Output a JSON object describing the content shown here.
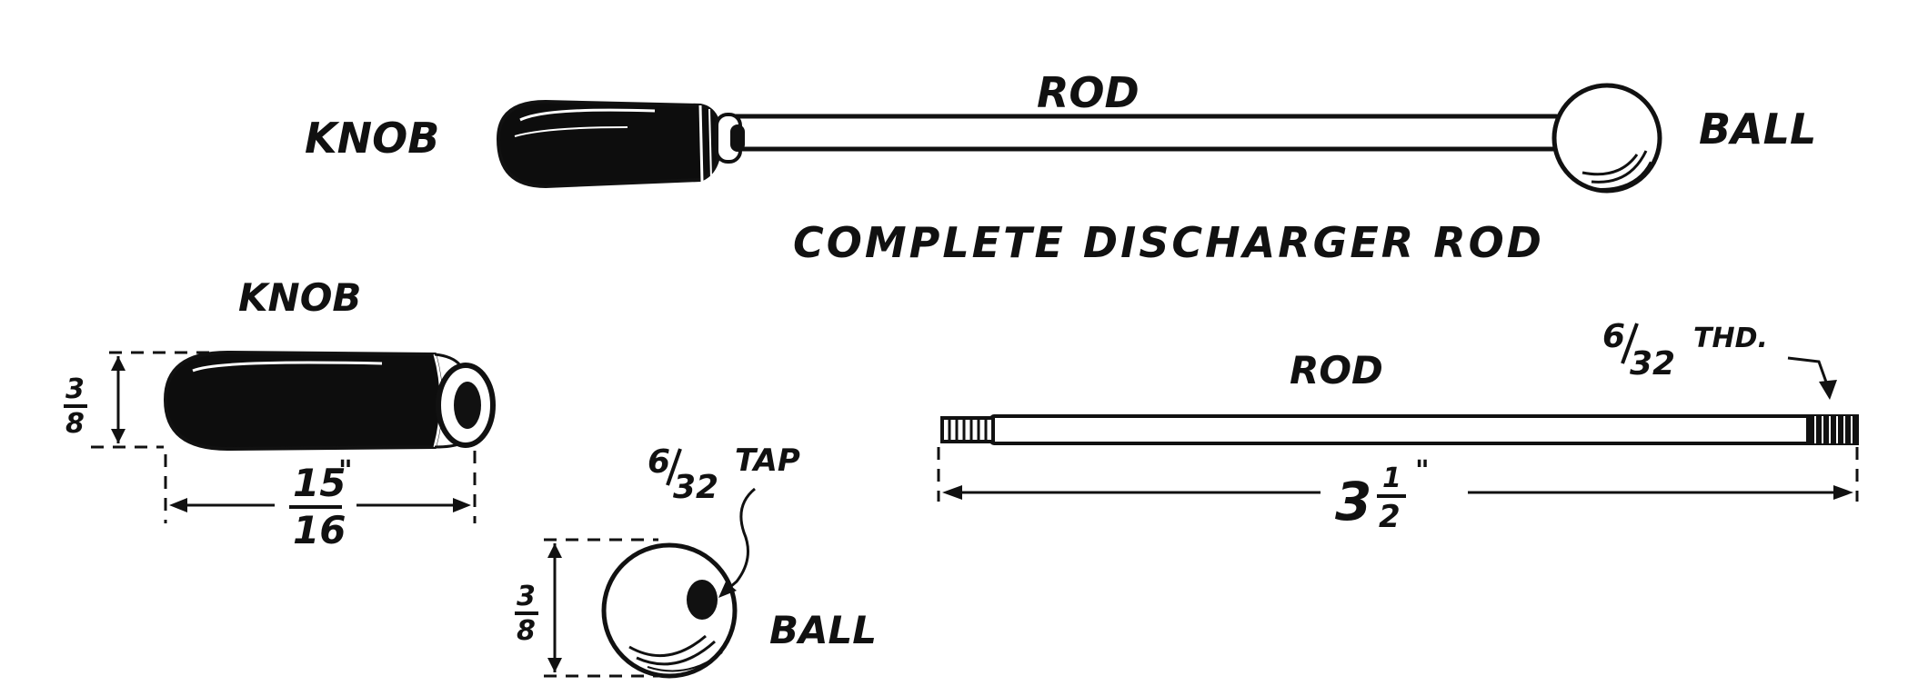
{
  "labels": {
    "knob_top": "KNOB",
    "rod_top": "ROD",
    "ball_top": "BALL",
    "caption": "COMPLETE DISCHARGER ROD",
    "knob_detail": "KNOB",
    "rod_detail": "ROD",
    "ball_detail": "BALL"
  },
  "dimensions": {
    "knob_length_num": "15",
    "knob_length_den": "16",
    "knob_length_mark": "\"",
    "knob_dia_num": "3",
    "knob_dia_den": "8",
    "ball_dia_num": "3",
    "ball_dia_den": "8",
    "tap_num": "6",
    "tap_den": "32",
    "tap_word": "TAP",
    "thread_num": "6",
    "thread_den": "32",
    "thread_word": "THD.",
    "rod_length_whole": "3",
    "rod_length_num": "1",
    "rod_length_den": "2",
    "rod_length_mark": "\""
  }
}
